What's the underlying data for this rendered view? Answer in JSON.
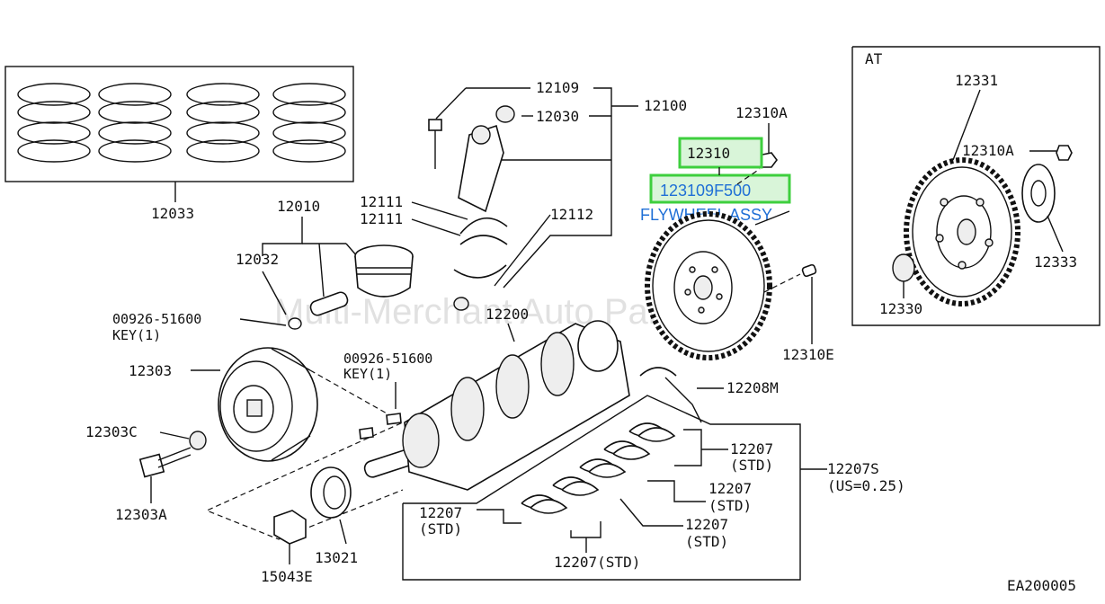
{
  "watermark": "Multi-Merchant Auto Partsstore",
  "diagram_code": "EA200005",
  "at_label": "AT",
  "highlight": {
    "color": "#3ecf3e",
    "fill": "#d9f5d9",
    "text_color": "#1f6fd6",
    "part_number": "123109F500",
    "part_name": "FLYWHEEL ASSY",
    "ref_number": "12310"
  },
  "labels": {
    "p12033": "12033",
    "p12109": "12109",
    "p12030": "12030",
    "p12100": "12100",
    "p12310A_top": "12310A",
    "p12111_a": "12111",
    "p12111_b": "12111",
    "p12112": "12112",
    "p12010": "12010",
    "p12032": "12032",
    "p00926_a": "00926-51600",
    "key_a": "KEY(1)",
    "p12200": "12200",
    "p12303": "12303",
    "p00926_b": "00926-51600",
    "key_b": "KEY(1)",
    "p12303C": "12303C",
    "p12303A": "12303A",
    "p12310E": "12310E",
    "p12208M": "12208M",
    "p12207_1": "12207",
    "std_1": "(STD)",
    "p12207S": "12207S",
    "us_025": "(US=0.25)",
    "p12207_2": "12207",
    "std_2": "(STD)",
    "p12207_3": "12207",
    "std_3": "(STD)",
    "p12207_4": "12207",
    "std_4": "(STD)",
    "p12207_5": "12207(STD)",
    "p13021": "13021",
    "p15043E": "15043E",
    "p12331": "12331",
    "p12310A_at": "12310A",
    "p12333": "12333",
    "p12330": "12330"
  }
}
